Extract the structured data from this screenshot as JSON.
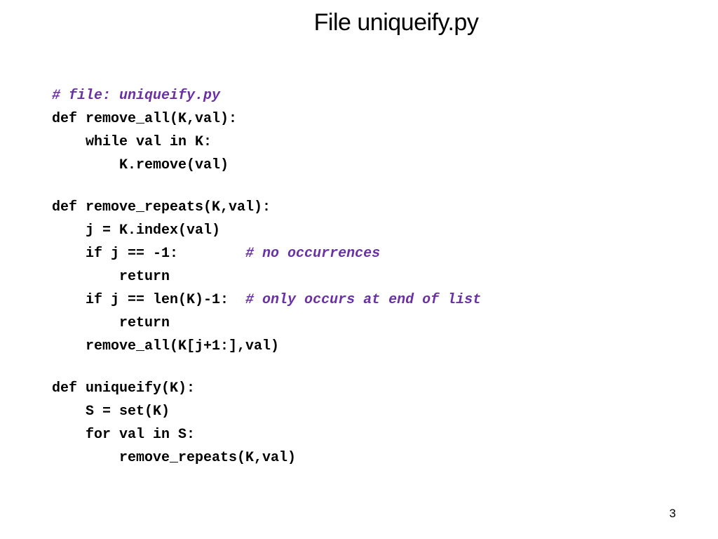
{
  "slide": {
    "title": "File uniqueify.py",
    "page_number": "3"
  },
  "code": {
    "header_comment": "# file: uniqueify.py",
    "block1": [
      "def remove_all(K,val):",
      "    while val in K:",
      "        K.remove(val)"
    ],
    "block2": {
      "l1": "def remove_repeats(K,val):",
      "l2": "    j = K.index(val)",
      "l3_code": "    if j == -1:        ",
      "l3_comment": "# no occurrences",
      "l4": "        return",
      "l5_code": "    if j == len(K)-1:  ",
      "l5_comment": "# only occurs at end of list",
      "l6": "        return",
      "l7": "    remove_all(K[j+1:],val)"
    },
    "block3": [
      "def uniqueify(K):",
      "    S = set(K)",
      "    for val in S:",
      "        remove_repeats(K,val)"
    ]
  },
  "colors": {
    "comment": "#6b2fa6",
    "text": "#000000",
    "background": "#ffffff"
  }
}
